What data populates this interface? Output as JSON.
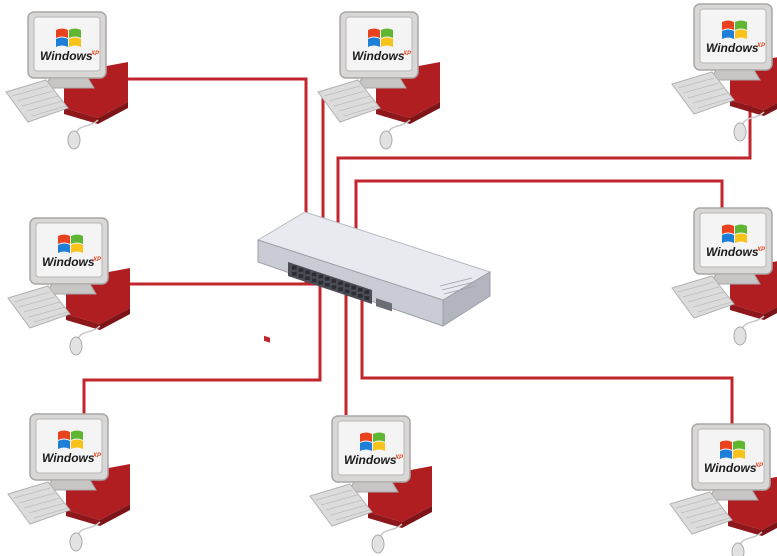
{
  "diagram": {
    "kind": "star-network-topology",
    "hub": {
      "type": "network-switch",
      "ports": 24
    },
    "cable_color": "#c0262c",
    "workstations": [
      {
        "id": "pc-top-left",
        "os_logo": "Windows",
        "os_badge": "XP"
      },
      {
        "id": "pc-top-center",
        "os_logo": "Windows",
        "os_badge": "XP"
      },
      {
        "id": "pc-top-right",
        "os_logo": "Windows",
        "os_badge": "XP"
      },
      {
        "id": "pc-middle-left",
        "os_logo": "Windows",
        "os_badge": "XP"
      },
      {
        "id": "pc-middle-right",
        "os_logo": "Windows",
        "os_badge": "XP"
      },
      {
        "id": "pc-bottom-left",
        "os_logo": "Windows",
        "os_badge": "XP"
      },
      {
        "id": "pc-bottom-center",
        "os_logo": "Windows",
        "os_badge": "XP"
      },
      {
        "id": "pc-bottom-right",
        "os_logo": "Windows",
        "os_badge": "XP"
      }
    ],
    "colors": {
      "monitor_body": "#d9d6d6",
      "monitor_shadow": "#a9a6a6",
      "screen": "#f4f4f4",
      "case_red": "#b01e22",
      "case_dark": "#7c1418",
      "keyboard": "#dcdcdc",
      "switch_body": "#d8dbe2",
      "switch_dark": "#4a4d55",
      "flag_red": "#e8421f",
      "flag_green": "#5fb631",
      "flag_blue": "#1e7fd8",
      "flag_yellow": "#f8c318"
    }
  }
}
